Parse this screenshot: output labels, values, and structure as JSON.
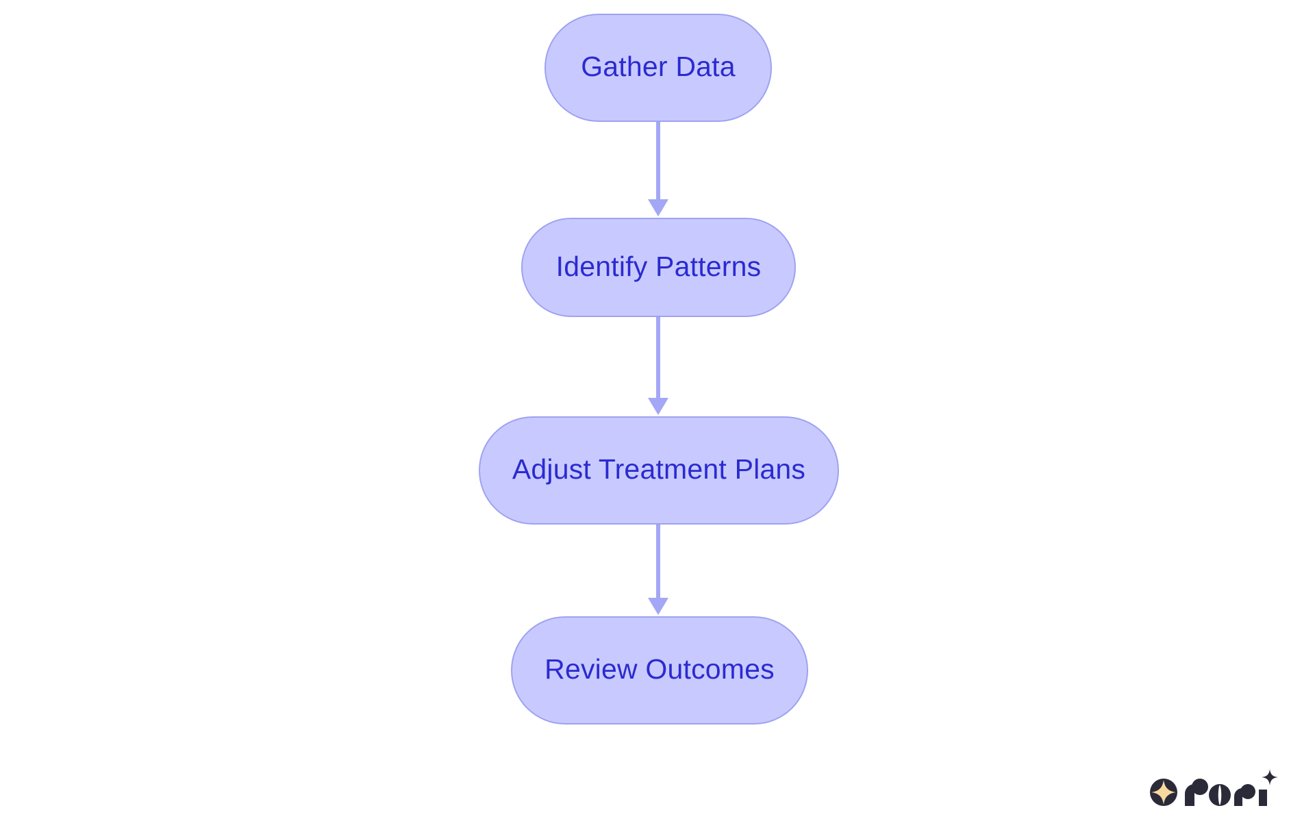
{
  "diagram": {
    "type": "flowchart",
    "orientation": "top-to-bottom",
    "background_color": "#ffffff",
    "node_fill_color": "#c8caff",
    "node_border_color": "#9ea2f0",
    "node_text_color": "#2b2ad0",
    "edge_color": "#a3a7f5",
    "nodes": [
      {
        "id": "gather-data",
        "label": "Gather Data"
      },
      {
        "id": "identify-patterns",
        "label": "Identify Patterns"
      },
      {
        "id": "adjust-treatment-plans",
        "label": "Adjust Treatment Plans"
      },
      {
        "id": "review-outcomes",
        "label": "Review Outcomes"
      }
    ],
    "edges": [
      {
        "from": "gather-data",
        "to": "identify-patterns",
        "label": ""
      },
      {
        "from": "identify-patterns",
        "to": "adjust-treatment-plans",
        "label": ""
      },
      {
        "from": "adjust-treatment-plans",
        "to": "review-outcomes",
        "label": ""
      }
    ]
  },
  "branding": {
    "name": "rori",
    "mark_color": "#2b2a38",
    "star_color": "#f7d9a0"
  }
}
